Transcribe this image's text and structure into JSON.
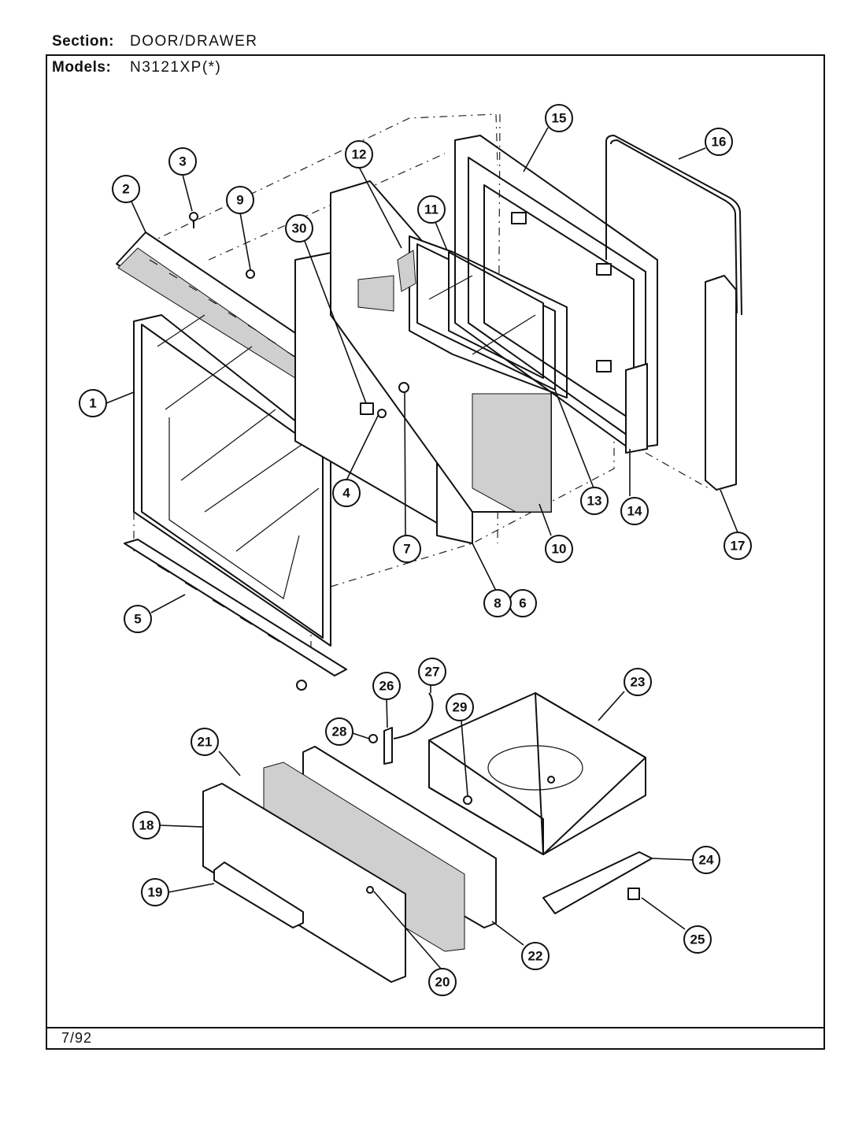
{
  "header": {
    "section_label": "Section:",
    "section_value": "DOOR/DRAWER",
    "models_label": "Models:",
    "models_value": "N3121XP(*)"
  },
  "footer": {
    "date": "7/92"
  },
  "callouts": [
    "1",
    "2",
    "3",
    "4",
    "5",
    "6",
    "7",
    "8",
    "9",
    "10",
    "11",
    "12",
    "13",
    "14",
    "15",
    "16",
    "17",
    "18",
    "19",
    "20",
    "21",
    "22",
    "23",
    "24",
    "25",
    "26",
    "27",
    "28",
    "29",
    "30"
  ]
}
